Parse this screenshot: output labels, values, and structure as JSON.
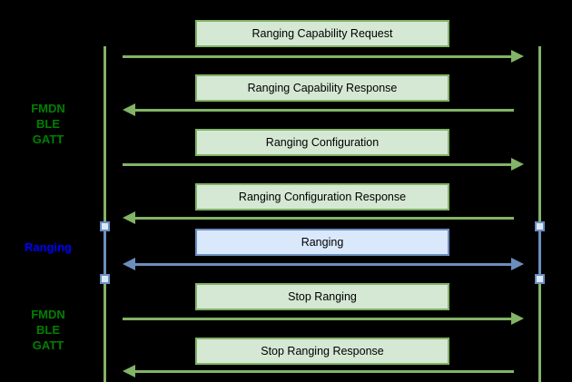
{
  "diagram": {
    "left_labels": {
      "gatt_top": {
        "line1": "FMDN",
        "line2": "BLE",
        "line3": "GATT"
      },
      "ranging": {
        "line1": "Ranging"
      },
      "gatt_bottom": {
        "line1": "FMDN",
        "line2": "BLE",
        "line3": "GATT"
      }
    },
    "messages": [
      {
        "label": "Ranging Capability Request",
        "direction": "right",
        "theme": "green"
      },
      {
        "label": "Ranging Capability Response",
        "direction": "left",
        "theme": "green"
      },
      {
        "label": "Ranging Configuration",
        "direction": "right",
        "theme": "green"
      },
      {
        "label": "Ranging Configuration Response",
        "direction": "left",
        "theme": "green"
      },
      {
        "label": "Ranging",
        "direction": "both",
        "theme": "blue"
      },
      {
        "label": "Stop Ranging",
        "direction": "right",
        "theme": "green"
      },
      {
        "label": "Stop Ranging Response",
        "direction": "left",
        "theme": "green"
      }
    ],
    "colors": {
      "background": "#000000",
      "green_line": "#82b366",
      "green_fill": "#d5e8d4",
      "blue_line": "#6c8ebf",
      "blue_fill": "#dae8fc",
      "label_green": "#008000",
      "label_blue": "#0000ff",
      "box_text": "#000000"
    }
  }
}
